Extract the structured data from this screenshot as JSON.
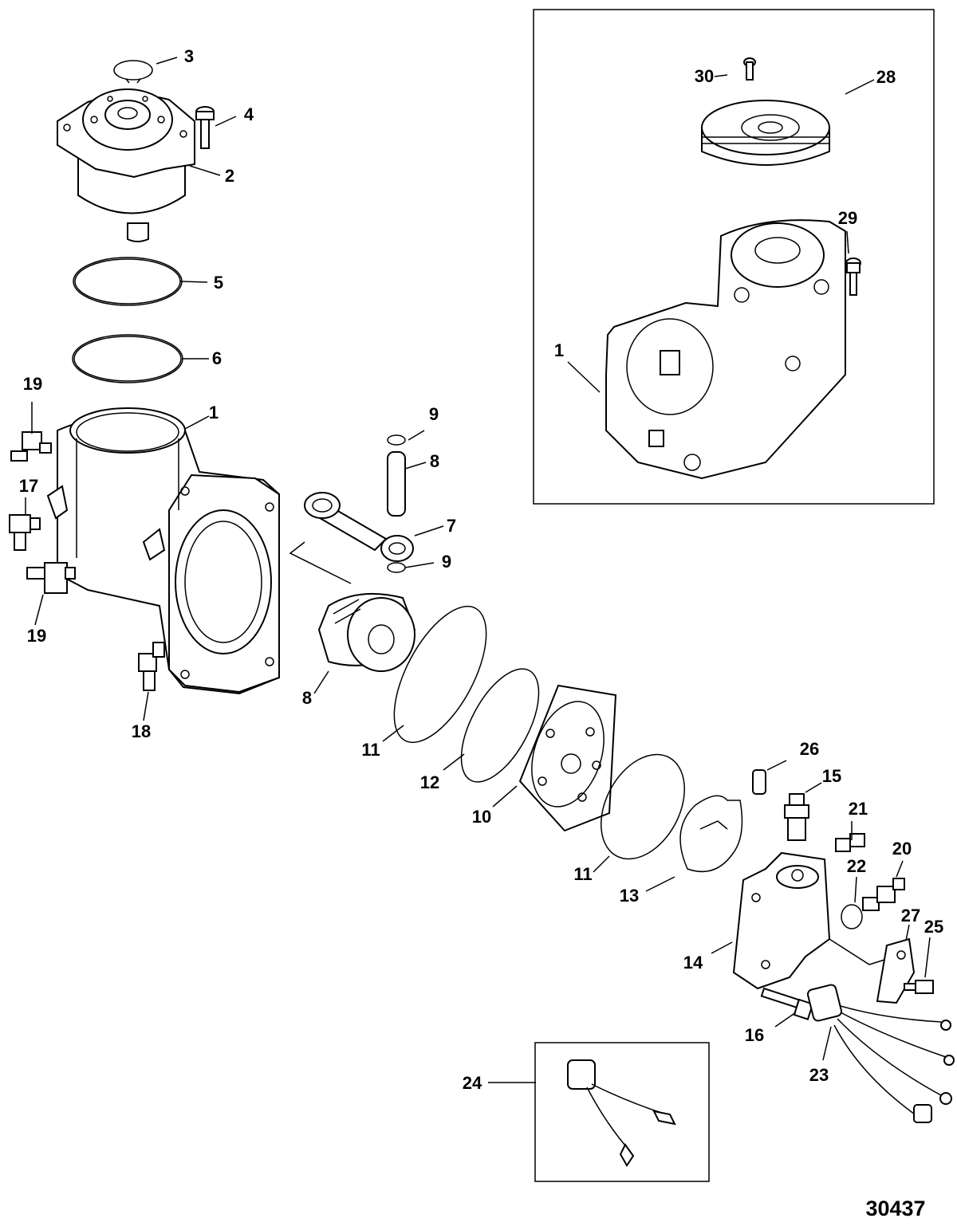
{
  "figure_number": "30437",
  "labels": {
    "l1": "1",
    "l1b": "1",
    "l2": "2",
    "l3": "3",
    "l4": "4",
    "l5": "5",
    "l6": "6",
    "l7": "7",
    "l8a": "8",
    "l8b": "8",
    "l9a": "9",
    "l9b": "9",
    "l10": "10",
    "l11a": "11",
    "l11b": "11",
    "l12": "12",
    "l13": "13",
    "l14": "14",
    "l15": "15",
    "l16": "16",
    "l17": "17",
    "l18": "18",
    "l19a": "19",
    "l19b": "19",
    "l20": "20",
    "l21": "21",
    "l22": "22",
    "l23": "23",
    "l24": "24",
    "l25": "25",
    "l26": "26",
    "l27": "27",
    "l28": "28",
    "l29": "29",
    "l30": "30"
  },
  "colors": {
    "line": "#000000",
    "background": "#ffffff"
  }
}
